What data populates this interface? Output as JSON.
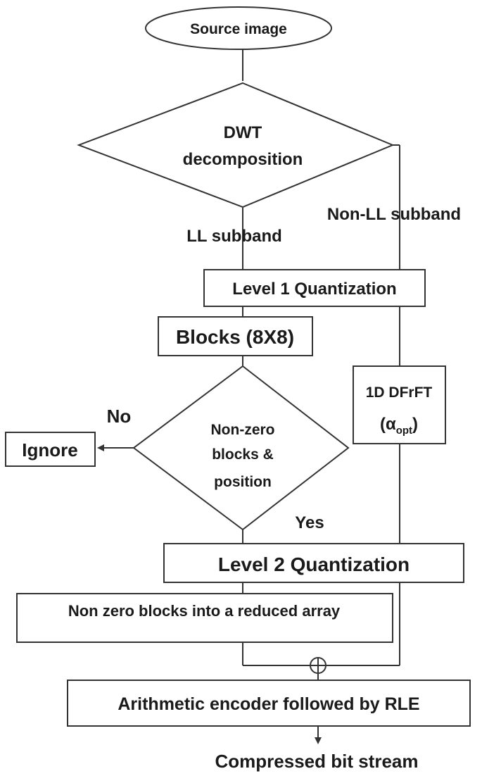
{
  "nodes": {
    "source": "Source image",
    "dwt_line1": "DWT",
    "dwt_line2": "decomposition",
    "level1": "Level 1 Quantization",
    "blocks": "Blocks (8X8)",
    "nonzero_line1": "Non-zero",
    "nonzero_line2": "blocks &",
    "nonzero_line3": "position",
    "ignore": "Ignore",
    "dfrft_line1": "1D DFrFT",
    "dfrft_alpha": "α",
    "dfrft_sub": "opt",
    "dfrft_open": "(",
    "dfrft_close": ")",
    "level2": "Level 2 Quantization",
    "reduced": "Non zero blocks into a reduced array",
    "encoder": "Arithmetic encoder followed by RLE",
    "output": "Compressed bit stream"
  },
  "edges": {
    "ll": "LL subband",
    "non_ll": "Non-LL subband",
    "no": "No",
    "yes": "Yes"
  }
}
